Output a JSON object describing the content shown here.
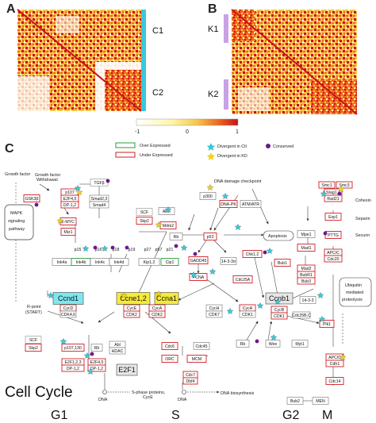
{
  "panels": {
    "a": "A",
    "b": "B",
    "c": "C"
  },
  "clusters": {
    "c1": "C1",
    "c2": "C2",
    "k1": "K1",
    "k2": "K2"
  },
  "colorbar": {
    "ticks": [
      "-1",
      "0",
      "1"
    ],
    "colors": [
      "#ffffff",
      "#fff6a8",
      "#f7c44a",
      "#ef6a20",
      "#c8121a"
    ]
  },
  "legend": {
    "over": "Over Expressed",
    "under": "Under Expressed",
    "ctl": "Divergent in Ctl",
    "kd": "Divergent in KD",
    "conserved": "Conserved",
    "over_color": "#2a9d3c",
    "under_color": "#d21f26",
    "ctl_color": "#39c8d8",
    "kd_color": "#f2d21c",
    "conserved_color": "#6b1a8a"
  },
  "side": {
    "growth_factor": "Growth factor",
    "gf_withdrawal_1": "Growth factor",
    "gf_withdrawal_2": "Withdrawal",
    "mapk_1": "MAPK",
    "mapk_2": "signaling",
    "mapk_3": "pathway",
    "dna_damage": "DNA damage checkpoint",
    "apoptosis": "Apoptosis",
    "cohesin": "Cohesin",
    "separin": "Separin",
    "securin": "Securin",
    "ubiq_1": "Ubiquitin",
    "ubiq_2": "mediated",
    "ubiq_3": "proteolysis",
    "rpoint_1": "R-point",
    "rpoint_2": "(START)",
    "dna": "DNA",
    "sphase_1": "S-phase proteins,",
    "sphase_2": "CycE",
    "biosynth": "DNA biosynthesis",
    "title": "Cell Cycle"
  },
  "nodes": {
    "gsk3b": "GSK3β",
    "p107": "p107",
    "e2f45": "E2F4,5",
    "dp12a": "DP-1,2",
    "smad23": "Smad2,3",
    "smad4": "Smad4",
    "tgfb": "TGFβ",
    "cmyc": "c-MYC",
    "miz1": "Miz1",
    "scf1": "SCF",
    "skp2a": "Skp2",
    "p15": "p15",
    "p16": "p16",
    "p18": "p18",
    "p19": "p19",
    "p27": "p27",
    "p57": "p57",
    "p21": "p21",
    "ink4a": "Ink4a",
    "ink4b": "Ink4b",
    "ink4c": "Ink4c",
    "ink4d": "Ink4d",
    "kip12": "Kip1,2",
    "cip1": "Cip1",
    "ccnd1": "Ccnd1",
    "ccne12": "Ccne1,2",
    "ccna1": "Ccna1",
    "cycd": "CycD",
    "cdk46": "CDK4,6",
    "cyce": "CycE",
    "cdk2a": "CDK2",
    "cyca_s": "CycA",
    "cdk2b": "CDK2",
    "scf2": "SCF",
    "skp2b": "Skp2",
    "p107b": "p107,130",
    "rb1": "Rb",
    "abl": "Abl",
    "hdac": "HDAC",
    "e2f123": "E2F1,2,3",
    "dp12b": "DP-1,2",
    "e2f45b": "E2F4,5",
    "dp12c": "DP-1,2",
    "e2f1": "E2F1",
    "arf": "ARF",
    "mdm2": "Mdm2",
    "p300": "p300",
    "dnapk": "DNA-PK",
    "atmatr": "ATM/ATR",
    "rb2": "Rb",
    "p53": "p53",
    "gadd45": "GADD45",
    "chk12": "Chk1,2",
    "pcna": "PCNA",
    "cdc25a": "Cdc25A",
    "f1433": "14-3-3σ",
    "cdc6": "Cdc6",
    "orc": "ORC",
    "mcm": "MCM",
    "cdc45": "Cdc45",
    "cdc7": "Cdc7",
    "dbf4": "Dbf4",
    "cych": "CycH",
    "cdk7": "CDK7",
    "cyca_g2": "CycA",
    "cdk1a": "CDK1",
    "ccnb1": "Ccnb1",
    "cycb": "CycB",
    "cdk1b": "CDK1",
    "rb3": "Rb",
    "wee": "Wee",
    "myt1": "Myt1",
    "mpe1": "Mpe1",
    "mad1": "Mad1",
    "mad2": "Mad2",
    "bubr1": "BubR1",
    "bub3": "Bub3",
    "bub1": "Bub1",
    "f1433b": "14-3-3",
    "cdc25bc": "Cdc25B,C",
    "plk1": "Plk1",
    "smc1": "Smc1",
    "smc3": "Smc3",
    "stag12": "Stag1,2",
    "rad21": "Rad21",
    "esp1": "Esp1",
    "pttg": "PTTG",
    "apcc1": "APC/C",
    "cdc20": "Cdc20",
    "apcc2": "APC/C",
    "cdh1": "Cdh1",
    "cdc14": "Cdc14",
    "bub2": "Bub2",
    "men": "MEN"
  },
  "phases": [
    "G1",
    "S",
    "G2",
    "M"
  ]
}
